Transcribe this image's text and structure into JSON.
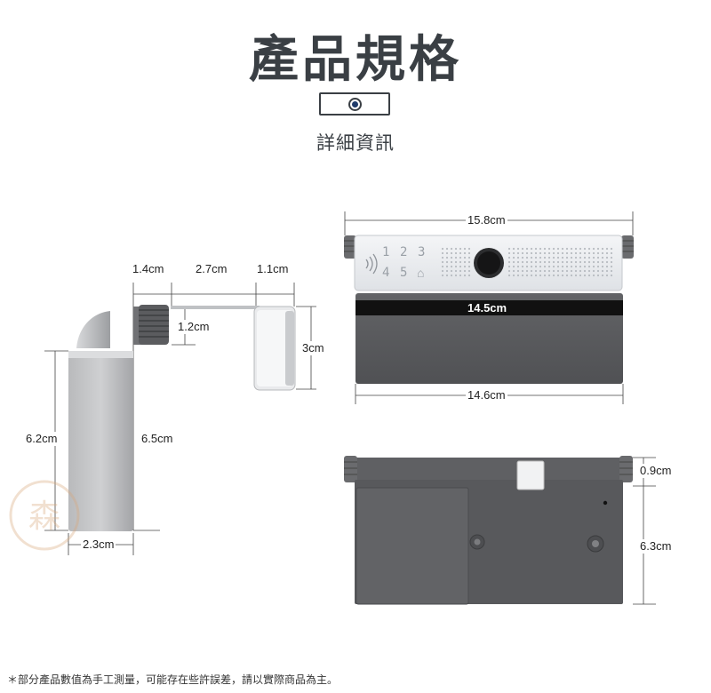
{
  "header": {
    "title": "產品規格",
    "subtitle": "詳細資訊"
  },
  "side_view": {
    "dims": {
      "top_left": "1.4cm",
      "top_mid": "2.7cm",
      "top_right": "1.1cm",
      "knob": "1.2cm",
      "right_height": "3cm",
      "left_height": "6.2cm",
      "body_height": "6.5cm",
      "bottom_width": "2.3cm"
    }
  },
  "front_view": {
    "dims": {
      "top_width": "15.8cm",
      "bar_width": "14.5cm",
      "bottom_width": "14.6cm"
    },
    "keypad": {
      "row1": [
        "1",
        "2",
        "3"
      ],
      "row2": [
        "4",
        "5"
      ]
    }
  },
  "back_view": {
    "dims": {
      "top_offset": "0.9cm",
      "height": "6.3cm"
    }
  },
  "footnote": "＊部分產品數值為手工測量，可能存在些許誤差，請以實際商品為主。",
  "colors": {
    "dark_text": "#3a3f44",
    "panel_gray": "#5a5b5e",
    "face_white": "#eef0f3",
    "black_strip": "#111111"
  }
}
